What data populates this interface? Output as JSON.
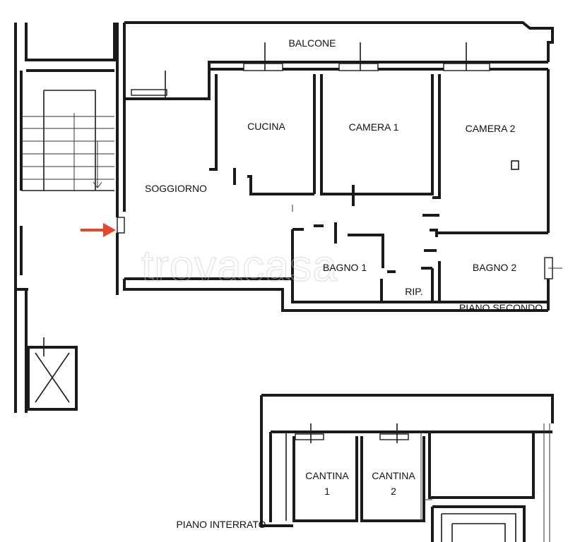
{
  "labels": {
    "balcone": "BALCONE",
    "cucina": "CUCINA",
    "camera1": "CAMERA 1",
    "camera2": "CAMERA 2",
    "soggiorno": "SOGGIORNO",
    "bagno1": "BAGNO 1",
    "bagno2": "BAGNO 2",
    "rip": "RIP.",
    "piano_secondo": "PIANO SECONDO",
    "cantina1_name": "CANTINA",
    "cantina1_num": "1",
    "cantina2_name": "CANTINA",
    "cantina2_num": "2",
    "piano_interrato": "PIANO INTERRATO"
  },
  "watermark": "trovacasa",
  "colors": {
    "wall": "#1a1a1a",
    "arrow": "#e8462a",
    "watermark": "#c9c9c9"
  }
}
